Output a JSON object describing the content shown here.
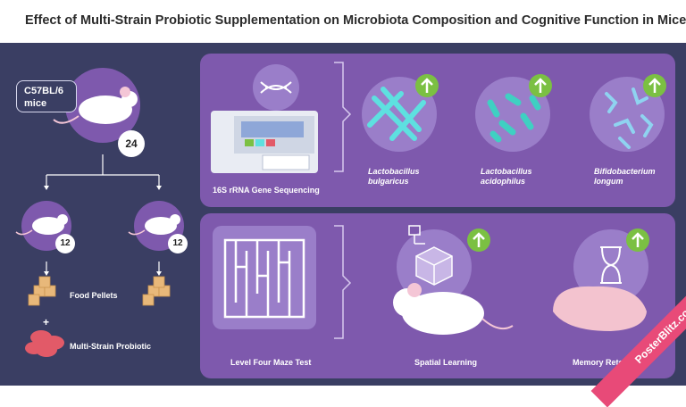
{
  "title": "Effect of Multi-Strain Probiotic Supplementation on Microbiota Composition and Cognitive Function in Mice",
  "mice": {
    "label_line1": "C57BL/6",
    "label_line2": "mice",
    "total": "24",
    "group_a": "12",
    "group_b": "12"
  },
  "legend": {
    "food": "Food Pellets",
    "plus": "+",
    "probiotic": "Multi-Strain Probiotic"
  },
  "top_panel": {
    "method": "16S rRNA Gene Sequencing",
    "bacteria": [
      {
        "line1": "Lactobacillus",
        "line2": "bulgaricus"
      },
      {
        "line1": "Lactobacillus",
        "line2": "acidophilus"
      },
      {
        "line1": "Bifidobacterium",
        "line2": "longum"
      }
    ]
  },
  "bottom_panel": {
    "maze": "Level Four Maze Test",
    "spatial": "Spatial Learning",
    "memory": "Memory Retention"
  },
  "watermark": "PosterBlitz.com",
  "colors": {
    "background": "#3a3e63",
    "panel": "#7e59ad",
    "circle": "#9a7ec9",
    "arrow_badge": "#7bc043",
    "bacteria": "#5ee0e0",
    "ribbon": "#e84a78"
  }
}
